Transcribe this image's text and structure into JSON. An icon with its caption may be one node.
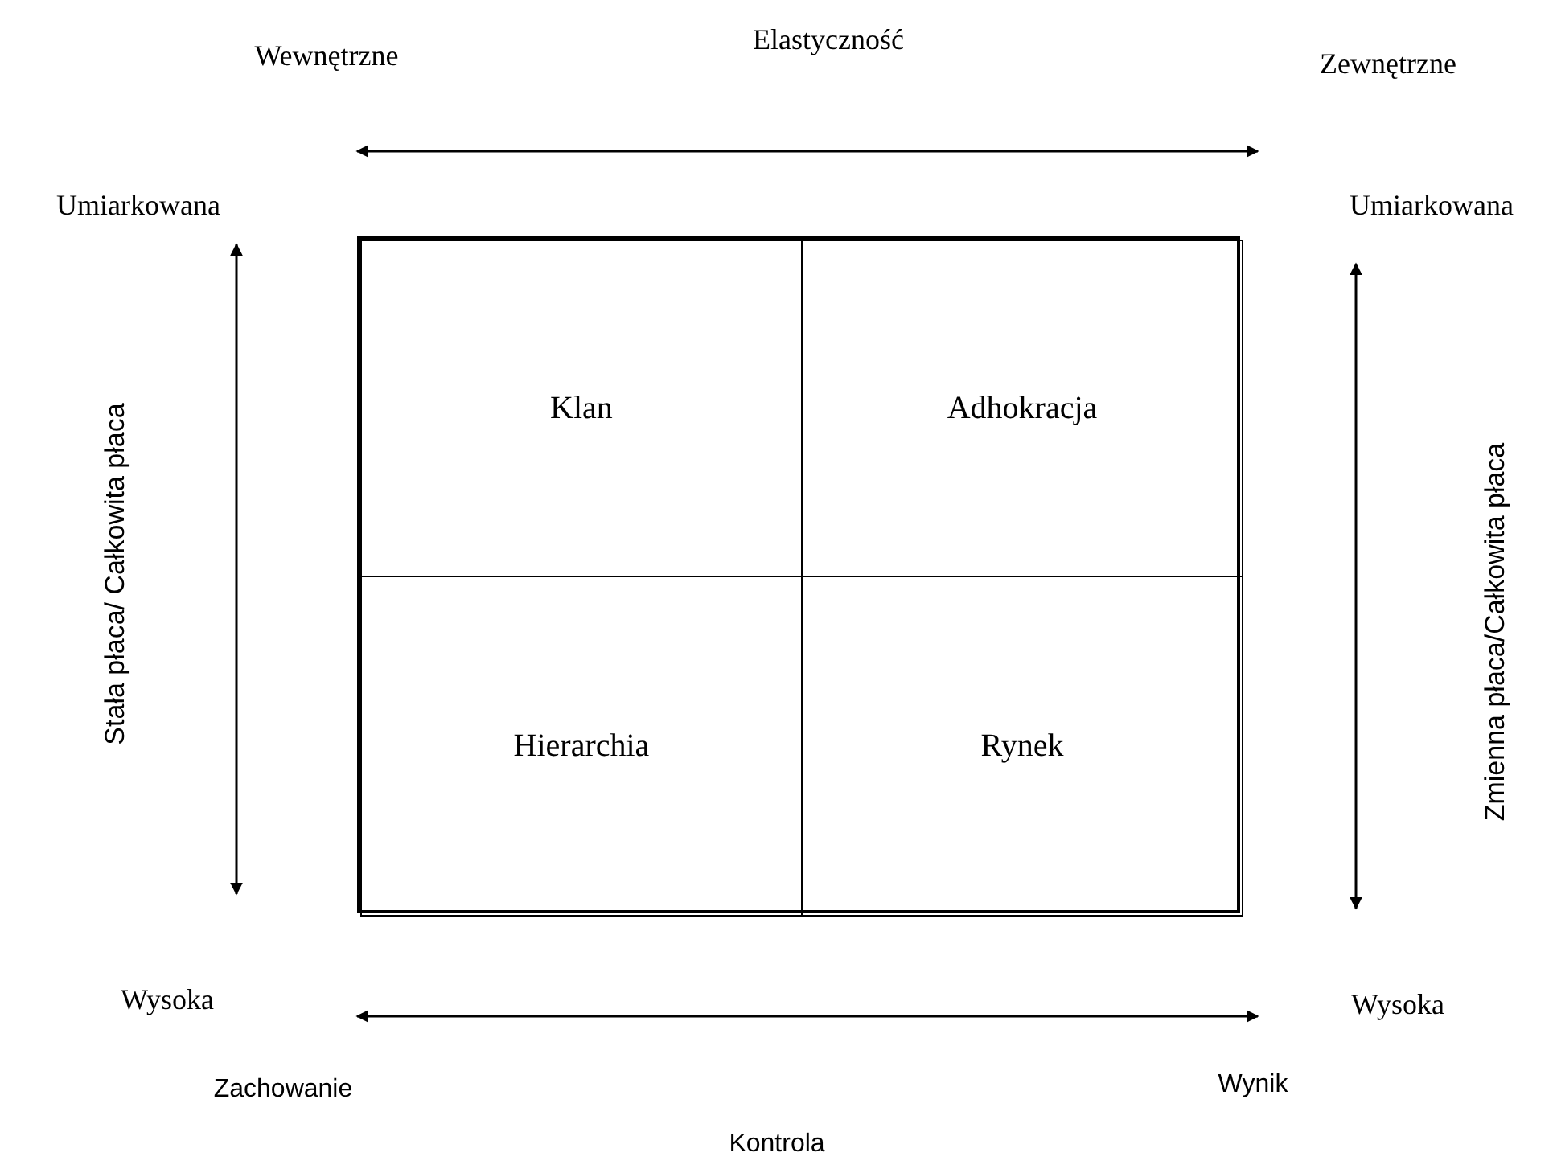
{
  "diagram": {
    "nodes": [
      {
        "text": [],
        "shape": "box"
      },
      {
        "text": [
          "Klan"
        ],
        "in": 0
      },
      {
        "text": [
          "Adhokracja"
        ],
        "in": 0
      },
      {
        "text": [
          "Hierarchia"
        ],
        "in": 0
      },
      {
        "text": [
          "Rynek"
        ],
        "in": 0
      }
    ],
    "labels": [
      "Wewnętrzne",
      "Elastyczność",
      "Zewnętrzne",
      "Umiarkowana",
      "Umiarkowana",
      "Stała płaca/ Całkowita płaca",
      "Zmienna płaca/Całkowita płaca",
      "Wysoka",
      "Wysoka",
      "Zachowanie",
      "Wynik",
      "Kontrola"
    ]
  }
}
